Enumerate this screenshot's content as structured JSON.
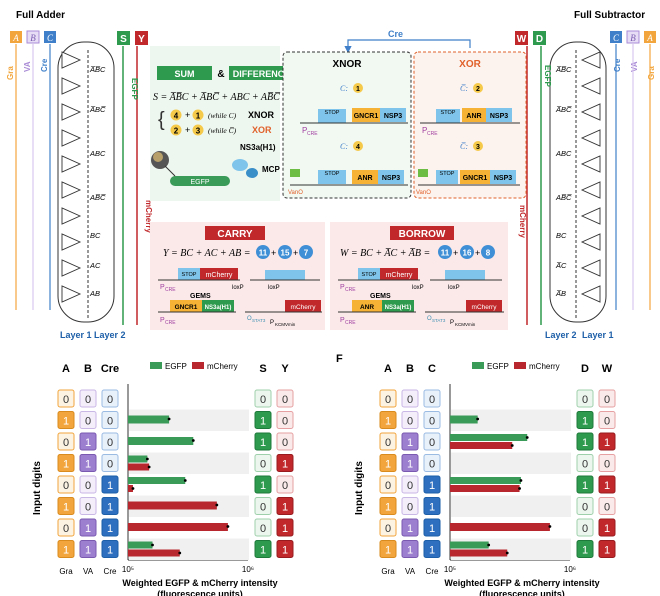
{
  "titles": {
    "full_adder": "Full Adder",
    "full_subtractor": "Full Subtractor"
  },
  "input_headers": {
    "A": "A",
    "B": "B",
    "C": "C"
  },
  "input_names": {
    "A": "Gra",
    "B": "VA",
    "C": "Cre"
  },
  "output_headers": {
    "S": "S",
    "Y": "Y",
    "W": "W",
    "D": "D"
  },
  "reporters": {
    "egfp": "EGFP",
    "mcherry": "mCherry"
  },
  "top_panel": {
    "cre_label": "Cre",
    "sum": "SUM",
    "amp": "&",
    "difference": "DIFFERENCE",
    "eq_s": "S = A̅B̅C + A̅BC̅ + ABC + AB̅C̅",
    "brace_line1_a": "4",
    "brace_line1_b": "1",
    "brace_line1_cond": "(while C)",
    "brace_line1_gate": "XNOR",
    "brace_line2_a": "2",
    "brace_line2_b": "3",
    "brace_line2_cond": "(while C̅)",
    "brace_line2_gate": "XOR",
    "ns3a": "NS3a(H1)",
    "mcp": "MCP",
    "egfp_bar": "EGFP",
    "xnor_title": "XNOR",
    "xor_title": "XOR",
    "c1": "C:",
    "c1n": "1",
    "c2": "C̅:",
    "c2n": "2",
    "c4": "C:",
    "c4n": "4",
    "c3": "C̅:",
    "c3n": "3",
    "stop": "STOP",
    "pcre": "P",
    "pcre_sub": "CRE",
    "vanO": "VanO",
    "gncr1": "GNCR1",
    "nsp3": "NSP3",
    "anr": "ANR"
  },
  "carry_panel": {
    "title": "CARRY",
    "eq": "Y = BC + AC + AB =",
    "n1": "11",
    "n2": "15",
    "n3": "7",
    "mcherry": "mCherry",
    "stop": "STOP",
    "loxp": "loxP",
    "gems": "GEMS",
    "gncr1": "GNCR1",
    "ns3a": "NS3a(H1)",
    "pcre": "P",
    "pcre_sub": "CRE",
    "ostat3": "O",
    "ostat3_sub": "STAT3",
    "pkcmv": "P",
    "pkcmv_sub": "KCMVmin"
  },
  "borrow_panel": {
    "title": "BORROW",
    "eq": "W = BC + A̅C + A̅B =",
    "n1": "11",
    "n2": "16",
    "n3": "8",
    "mcherry": "mCherry",
    "stop": "STOP",
    "loxp": "loxP",
    "gems": "GEMS",
    "anr": "ANR",
    "ns3a": "NS3a(H1)",
    "pcre": "P",
    "pcre_sub": "CRE",
    "ostat3": "O",
    "ostat3_sub": "STAT3",
    "pkcmv": "P",
    "pkcmv_sub": "KCMVmin"
  },
  "ladder_left": {
    "terms": [
      "A̅B̅C",
      "A̅BC̅",
      "ABC",
      "AB̅C̅",
      "BC",
      "AC",
      "AB"
    ],
    "layer1": "Layer 1",
    "layer2": "Layer 2"
  },
  "ladder_right": {
    "terms": [
      "A̅B̅C",
      "A̅BC̅",
      "ABC",
      "AB̅C̅",
      "BC",
      "A̅C",
      "A̅B"
    ],
    "layer1": "Layer 1",
    "layer2": "Layer 2"
  },
  "vert_labels": {
    "egfp": "EGFP",
    "mcherry": "mCherry"
  },
  "panel_label_F": "F",
  "colors": {
    "A": "#f2a53c",
    "B": "#a98bd6",
    "C": "#3f7fc9",
    "green": "#2e9a4e",
    "red": "#c0282b",
    "pink_bg": "#fbe9ea",
    "gncr": "#f5b234",
    "blue_box": "#7fc4ea",
    "egfp_bar": "#3a9a58",
    "mcherry_bar": "#b8272d"
  },
  "chart_data": [
    {
      "type": "bar",
      "legend": [
        "EGFP",
        "mCherry"
      ],
      "ylabel": "Input digits",
      "xlabel": "Weighted EGFP & mCherry intensity",
      "xlabel2": "(fluorescence units)",
      "x_scale": "log",
      "xlim": [
        100000,
        1000000
      ],
      "x_ticks": [
        "10⁵",
        "10⁶"
      ],
      "col_headers": [
        "A",
        "B",
        "Cre"
      ],
      "col_names": [
        "Gra",
        "VA",
        "Cre"
      ],
      "out_headers": [
        "S",
        "Y"
      ],
      "rows": [
        {
          "A": "0",
          "B": "0",
          "C": "0",
          "S": "0",
          "Y": "0",
          "egfp": null,
          "mcherry": null
        },
        {
          "A": "1",
          "B": "0",
          "C": "0",
          "S": "1",
          "Y": "0",
          "egfp": 220000,
          "mcherry": null
        },
        {
          "A": "0",
          "B": "1",
          "C": "0",
          "S": "1",
          "Y": "0",
          "egfp": 350000,
          "mcherry": null
        },
        {
          "A": "1",
          "B": "1",
          "C": "0",
          "S": "0",
          "Y": "1",
          "egfp": 145000,
          "mcherry": 150000
        },
        {
          "A": "0",
          "B": "0",
          "C": "1",
          "S": "1",
          "Y": "0",
          "egfp": 300000,
          "mcherry": 110000
        },
        {
          "A": "1",
          "B": "0",
          "C": "1",
          "S": "0",
          "Y": "1",
          "egfp": null,
          "mcherry": 550000
        },
        {
          "A": "0",
          "B": "1",
          "C": "1",
          "S": "0",
          "Y": "1",
          "egfp": null,
          "mcherry": 680000
        },
        {
          "A": "1",
          "B": "1",
          "C": "1",
          "S": "1",
          "Y": "1",
          "egfp": 160000,
          "mcherry": 270000
        }
      ]
    },
    {
      "type": "bar",
      "legend": [
        "EGFP",
        "mCherry"
      ],
      "ylabel": "Input digits",
      "xlabel": "Weighted EGFP & mCherry intensity",
      "xlabel2": "(fluorescence units)",
      "x_scale": "log",
      "xlim": [
        100000,
        1000000
      ],
      "x_ticks": [
        "10⁵",
        "10⁶"
      ],
      "col_headers": [
        "A",
        "B",
        "C"
      ],
      "col_names": [
        "Gra",
        "VA",
        "Cre"
      ],
      "out_headers": [
        "D",
        "W"
      ],
      "rows": [
        {
          "A": "0",
          "B": "0",
          "C": "0",
          "S": "0",
          "Y": "0",
          "egfp": null,
          "mcherry": null
        },
        {
          "A": "1",
          "B": "0",
          "C": "0",
          "S": "1",
          "Y": "0",
          "egfp": 170000,
          "mcherry": null
        },
        {
          "A": "0",
          "B": "1",
          "C": "0",
          "S": "1",
          "Y": "1",
          "egfp": 440000,
          "mcherry": 330000
        },
        {
          "A": "1",
          "B": "1",
          "C": "0",
          "S": "0",
          "Y": "0",
          "egfp": null,
          "mcherry": null
        },
        {
          "A": "0",
          "B": "0",
          "C": "1",
          "S": "1",
          "Y": "1",
          "egfp": 390000,
          "mcherry": 380000
        },
        {
          "A": "1",
          "B": "0",
          "C": "1",
          "S": "0",
          "Y": "0",
          "egfp": null,
          "mcherry": null
        },
        {
          "A": "0",
          "B": "1",
          "C": "1",
          "S": "0",
          "Y": "1",
          "egfp": null,
          "mcherry": 680000
        },
        {
          "A": "1",
          "B": "1",
          "C": "1",
          "S": "1",
          "Y": "1",
          "egfp": 210000,
          "mcherry": 300000
        }
      ]
    }
  ]
}
